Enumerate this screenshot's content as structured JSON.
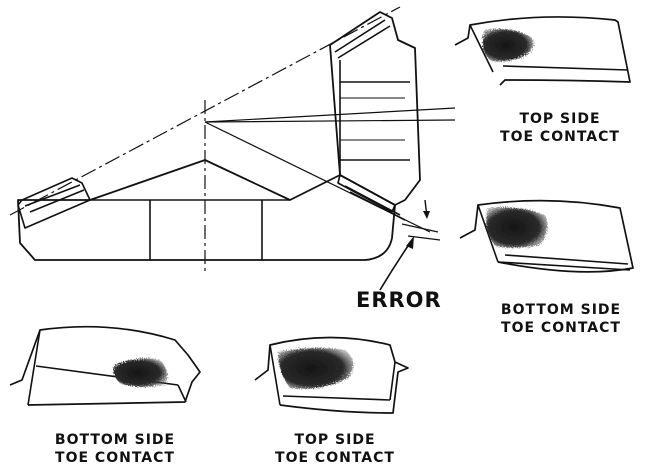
{
  "labels": {
    "error": "ERROR",
    "top_right": {
      "line1": "TOP SIDE",
      "line2": "TOE CONTACT"
    },
    "mid_right": {
      "line1": "BOTTOM SIDE",
      "line2": "TOE CONTACT"
    },
    "bottom_left": {
      "line1": "BOTTOM SIDE",
      "line2": "TOE CONTACT"
    },
    "bottom_center": {
      "line1": "TOP SIDE",
      "line2": "TOE CONTACT"
    }
  },
  "colors": {
    "ink": "#111111",
    "paper": "#ffffff",
    "contact_pattern": "#2a2a2a"
  },
  "icons": {
    "main": "gear-mesh-cross-section-icon",
    "tooth": "gear-tooth-contact-pattern-icon",
    "arrow": "arrow-icon"
  }
}
